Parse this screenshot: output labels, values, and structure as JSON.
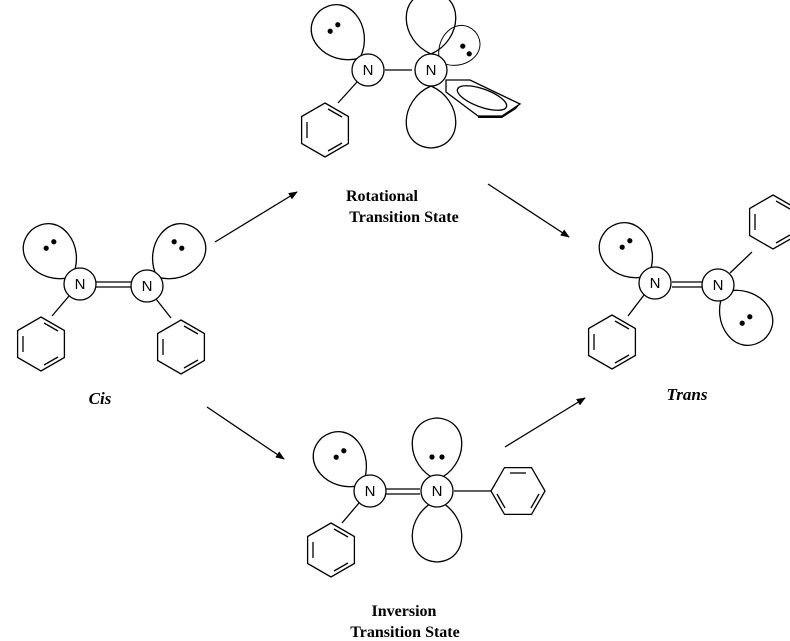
{
  "atom_symbol": "N",
  "labels": {
    "rotational_line1": "Rotational",
    "rotational_line2": "Transition  State",
    "cis": "Cis",
    "trans": "Trans",
    "inversion_line1": "Inversion",
    "inversion_line2": "Transition  State"
  },
  "colors": {
    "line": "#000000",
    "background": "#ffffff"
  }
}
